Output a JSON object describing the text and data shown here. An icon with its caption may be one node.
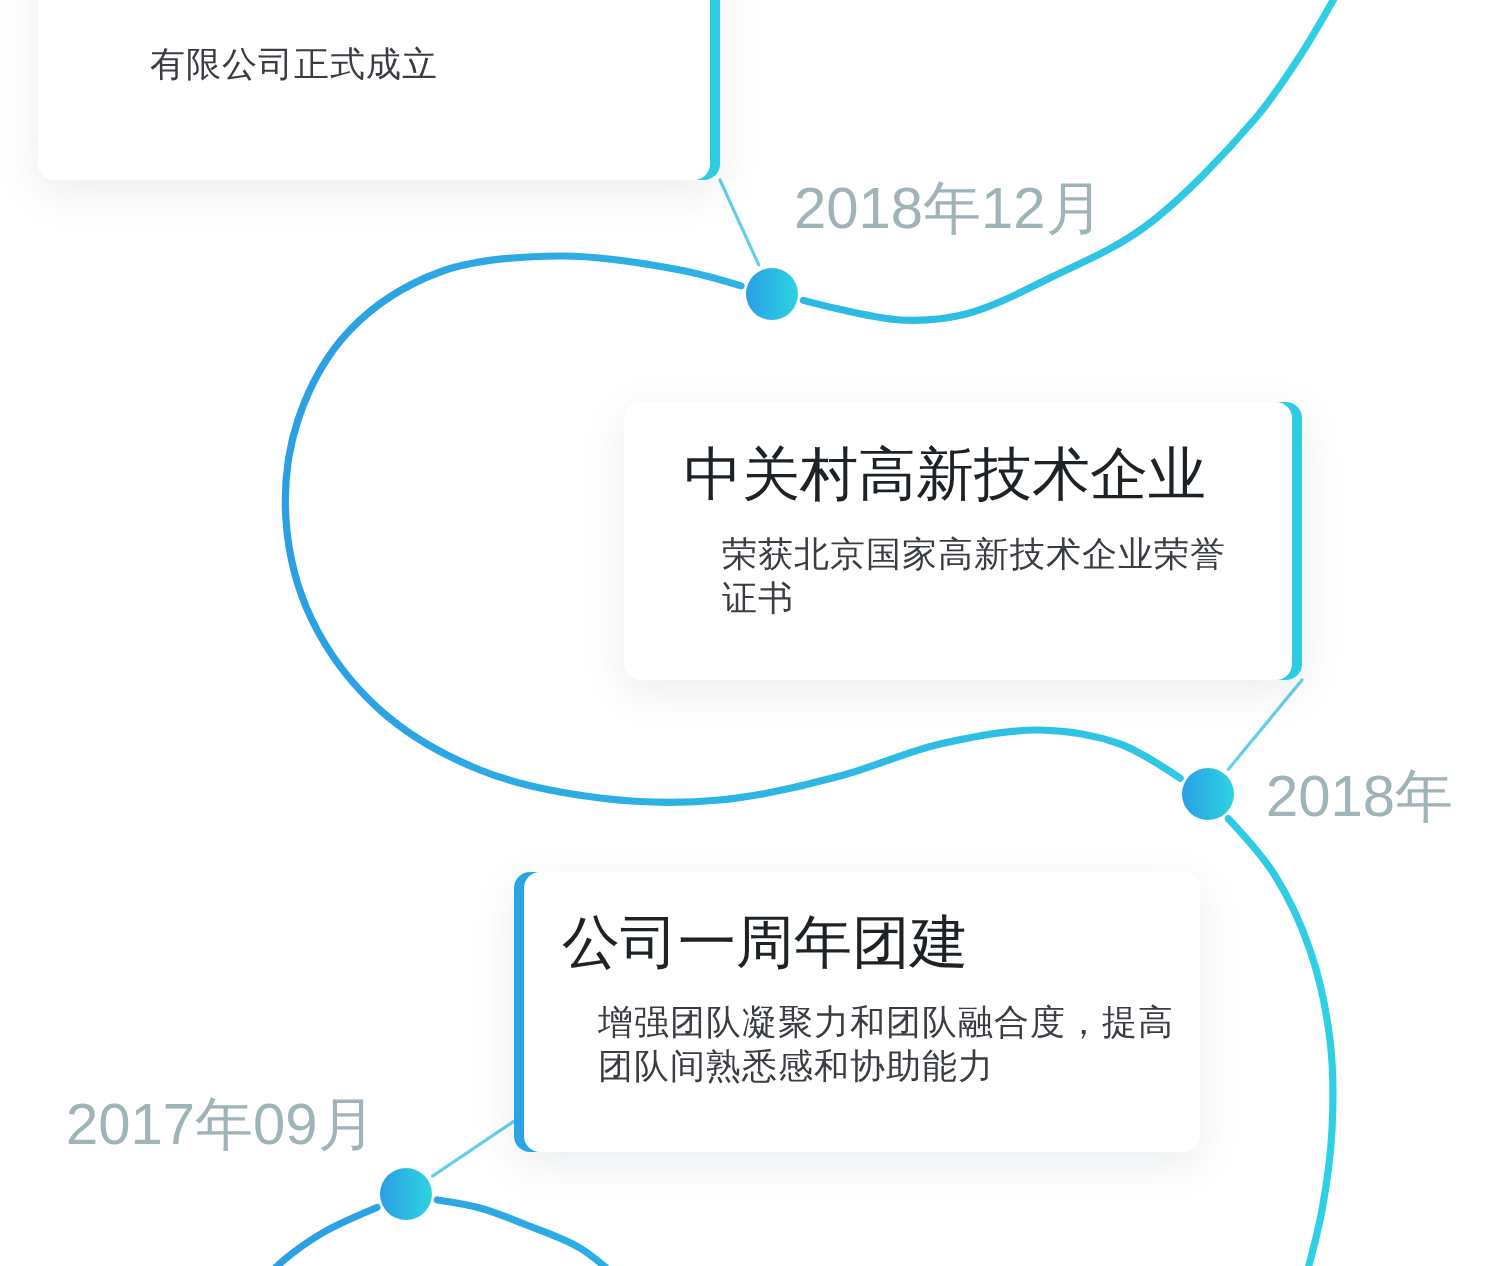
{
  "diagram": {
    "nodes": [
      {
        "text": [
          "有限公司正式成立"
        ]
      },
      {
        "text": [],
        "shape": "circle",
        "beside": [
          "2018年12月"
        ]
      },
      {
        "text": [
          "中关村高新技术企业",
          "荣获北京国家高新技术企业荣誉证书"
        ]
      },
      {
        "text": [],
        "shape": "circle",
        "beside": [
          "2018年"
        ]
      },
      {
        "text": [
          "公司一周年团建",
          "增强团队凝聚力和团队融合度，提高团队间熟悉感和协助能力"
        ]
      },
      {
        "text": [],
        "shape": "circle",
        "beside": [
          "2017年09月"
        ]
      }
    ],
    "edges": [
      {
        "from": null,
        "to": 1,
        "arrow": "none",
        "style": "thick"
      },
      {
        "from": 1,
        "to": 3,
        "arrow": "none",
        "style": "thick"
      },
      {
        "from": 3,
        "to": null,
        "arrow": "none",
        "style": "thick"
      },
      {
        "from": null,
        "to": 5,
        "arrow": "none",
        "style": "thick"
      },
      {
        "from": 5,
        "to": null,
        "arrow": "none",
        "style": "thick"
      },
      {
        "from": 0,
        "to": 1,
        "arrow": "none",
        "color": "#63d0e8"
      },
      {
        "from": 2,
        "to": 3,
        "arrow": "none",
        "color": "#63d0e8"
      },
      {
        "from": 4,
        "to": 5,
        "arrow": "none",
        "color": "#63d0e8"
      }
    ]
  }
}
